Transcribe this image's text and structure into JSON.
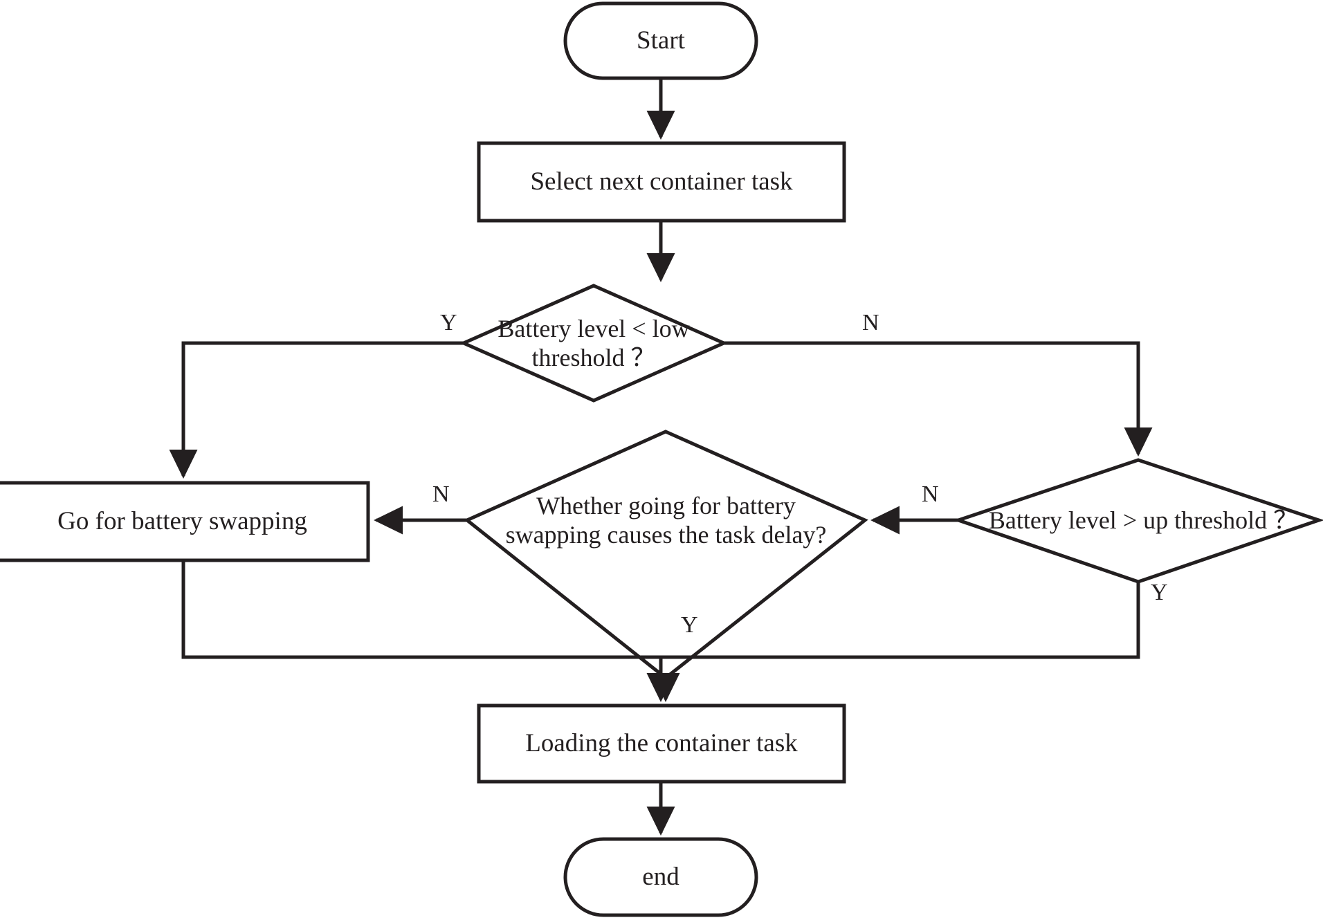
{
  "diagram": {
    "type": "flowchart",
    "title": "Battery swapping container task decision flow",
    "background_color": "#ffffff",
    "stroke_color": "#231f20",
    "text_color": "#231f20",
    "fill_color": "#ffffff"
  },
  "nodes": [
    {
      "id": "start",
      "shape": "stadium",
      "label": "Start"
    },
    {
      "id": "select_task",
      "shape": "rectangle",
      "label": "Select next container task"
    },
    {
      "id": "low_thresh",
      "shape": "diamond",
      "label": "Battery level < low threshold ？"
    },
    {
      "id": "delay_check",
      "shape": "diamond",
      "label_line1": "Whether going for battery",
      "label_line2": "swapping causes the task delay?"
    },
    {
      "id": "up_thresh",
      "shape": "diamond",
      "label": "Battery level > up threshold ？"
    },
    {
      "id": "go_swap",
      "shape": "rectangle",
      "label": "Go for battery swapping"
    },
    {
      "id": "loading",
      "shape": "rectangle",
      "label": "Loading the container task"
    },
    {
      "id": "end",
      "shape": "stadium",
      "label": "end"
    }
  ],
  "edges": [
    {
      "id": "e-start-select",
      "from": "start",
      "to": "select_task",
      "label": ""
    },
    {
      "id": "e-select-low",
      "from": "select_task",
      "to": "low_thresh",
      "label": ""
    },
    {
      "id": "e-low-yes-goswap",
      "from": "low_thresh",
      "to": "go_swap",
      "label": "Y"
    },
    {
      "id": "e-low-no-upthresh",
      "from": "low_thresh",
      "to": "up_thresh",
      "label": "N"
    },
    {
      "id": "e-up-no-delaycheck",
      "from": "up_thresh",
      "to": "delay_check",
      "label": "N"
    },
    {
      "id": "e-up-yes-merge",
      "from": "up_thresh",
      "to": "loading",
      "label": "Y"
    },
    {
      "id": "e-delay-no-goswap",
      "from": "delay_check",
      "to": "go_swap",
      "label": "N"
    },
    {
      "id": "e-delay-yes-loading",
      "from": "delay_check",
      "to": "loading",
      "label": "Y"
    },
    {
      "id": "e-goswap-merge",
      "from": "go_swap",
      "to": "loading",
      "label": ""
    },
    {
      "id": "e-loading-end",
      "from": "loading",
      "to": "end",
      "label": ""
    }
  ],
  "edge_labels": {
    "low_yes": "Y",
    "low_no": "N",
    "up_no": "N",
    "up_yes": "Y",
    "delay_no": "N",
    "delay_yes": "Y"
  }
}
